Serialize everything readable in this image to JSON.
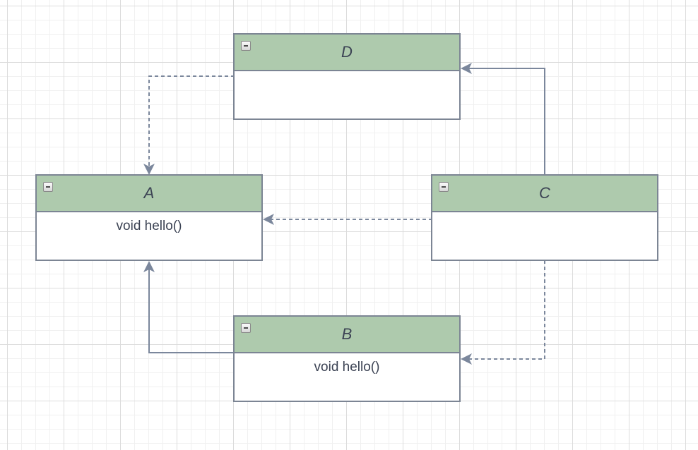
{
  "diagram": {
    "colors": {
      "header_fill": "#aecaad",
      "border": "#7c8594",
      "connector": "#7b879c"
    },
    "classes": {
      "D": {
        "name": "D",
        "method": "",
        "icon": "collapse-icon"
      },
      "A": {
        "name": "A",
        "method": "void hello()",
        "icon": "collapse-icon"
      },
      "C": {
        "name": "C",
        "method": "",
        "icon": "collapse-icon"
      },
      "B": {
        "name": "B",
        "method": "void hello()",
        "icon": "collapse-icon"
      }
    },
    "relations": [
      {
        "from": "D",
        "to": "A",
        "style": "dashed"
      },
      {
        "from": "C",
        "to": "A",
        "style": "dashed"
      },
      {
        "from": "C",
        "to": "D",
        "style": "solid"
      },
      {
        "from": "C",
        "to": "B",
        "style": "dashed"
      },
      {
        "from": "B",
        "to": "A",
        "style": "solid"
      }
    ]
  }
}
